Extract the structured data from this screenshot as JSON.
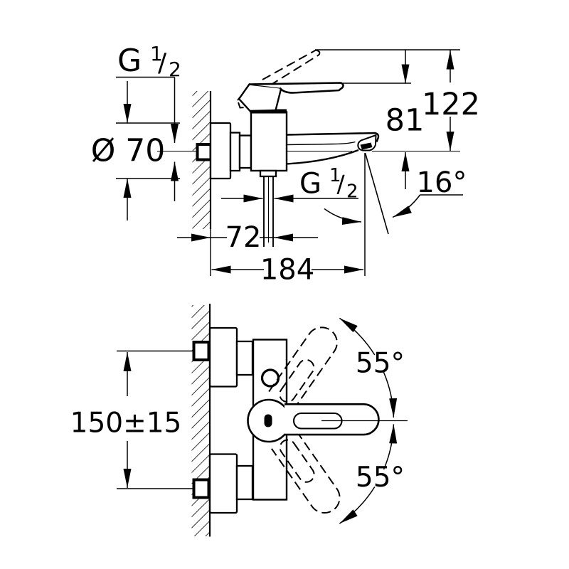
{
  "drawing": {
    "type": "technical-installation-drawing",
    "subject": "wall-mounted single-lever bath mixer",
    "colors": {
      "background": "#ffffff",
      "line": "#000000"
    },
    "views": {
      "side": {
        "thread_top": {
          "base": "G",
          "num": "1",
          "slash": "/",
          "den": "2"
        },
        "escutcheon_diameter": "Ø 70",
        "height_total": "122",
        "height_outlet_to_handle": "81",
        "spout_angle": "16°",
        "thread_bottom": {
          "base": "G",
          "num": "1",
          "slash": "/",
          "den": "2"
        },
        "outlet_offset": "72",
        "spout_reach": "184"
      },
      "plan": {
        "connection_spacing": "150±15",
        "handle_swing_up": "55°",
        "handle_swing_down": "55°"
      }
    }
  }
}
